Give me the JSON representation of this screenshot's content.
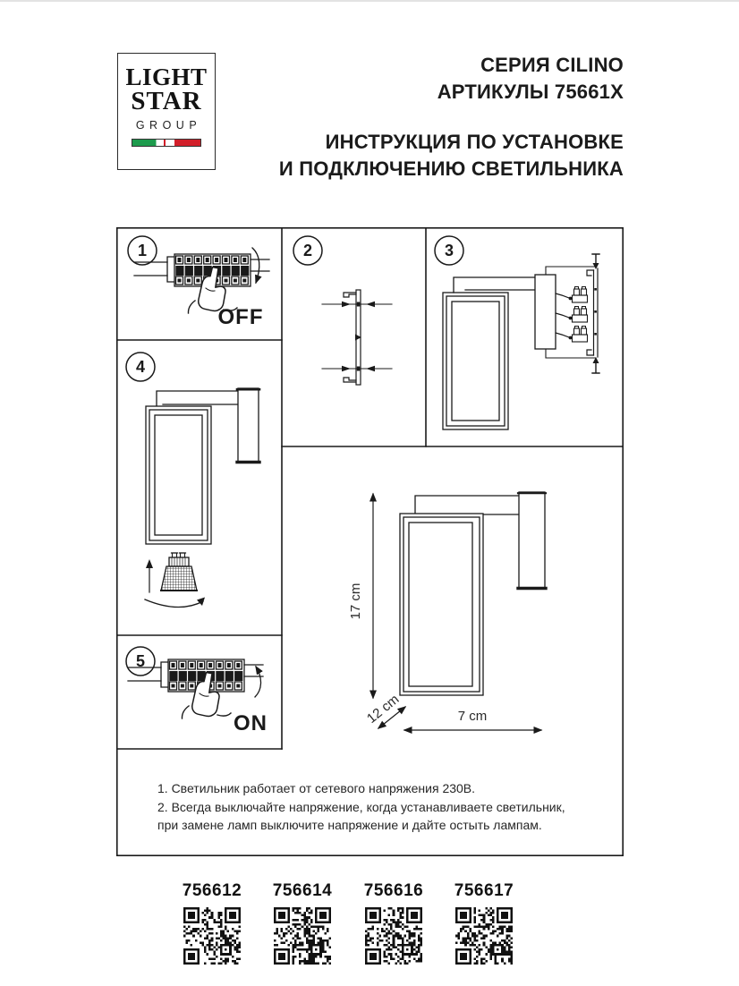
{
  "logo": {
    "word1": "LIGHT",
    "word2": "STAR",
    "word3": "GROUP"
  },
  "header": {
    "series": "СЕРИЯ CILINO",
    "articles": "АРТИКУЛЫ 75661X",
    "instruction_line1": "ИНСТРУКЦИЯ ПО УСТАНОВКЕ",
    "instruction_line2": "И ПОДКЛЮЧЕНИЮ СВЕТИЛЬНИКА"
  },
  "steps": {
    "one": {
      "num": "1",
      "label": "OFF"
    },
    "two": {
      "num": "2"
    },
    "three": {
      "num": "3"
    },
    "four": {
      "num": "4"
    },
    "five": {
      "num": "5",
      "label": "ON"
    }
  },
  "dimensions": {
    "height": "17 cm",
    "depth": "12 cm",
    "width": "7 cm"
  },
  "notes": {
    "line1": "1. Светильник работает от сетевого напряжения 230В.",
    "line2": "2. Всегда выключайте напряжение, когда устанавливаете светильник,",
    "line3": "при замене ламп выключите напряжение и дайте остыть лампам."
  },
  "qr_codes": [
    {
      "label": "756612"
    },
    {
      "label": "756614"
    },
    {
      "label": "756616"
    },
    {
      "label": "756617"
    }
  ],
  "colors": {
    "ink": "#1a1a1a",
    "flag_green": "#1d9b4d",
    "flag_red": "#d21f2a"
  }
}
